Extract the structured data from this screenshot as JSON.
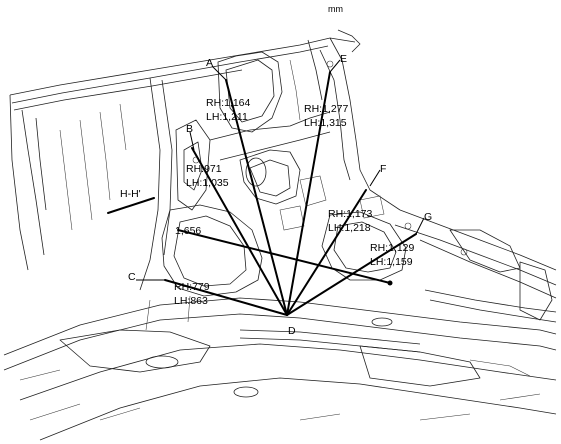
{
  "unit": "mm",
  "points": {
    "A": "A",
    "B": "B",
    "C": "C",
    "D": "D",
    "E": "E",
    "F": "F",
    "G": "G"
  },
  "section_label": "H-H'",
  "dimensions": {
    "A": {
      "rh": "RH:1,164",
      "lh": "LH:1,211"
    },
    "B": {
      "rh": "RH:971",
      "lh": "LH:1,035"
    },
    "C": {
      "rh": "RH:779",
      "lh": "LH:863"
    },
    "E": {
      "rh": "RH:1,277",
      "lh": "LH:1,315"
    },
    "F": {
      "rh": "RH:1,173",
      "lh": "LH:1,218"
    },
    "G": {
      "rh": "RH:1,129",
      "lh": "LH:1,159"
    },
    "H": {
      "value": "1,656"
    }
  }
}
